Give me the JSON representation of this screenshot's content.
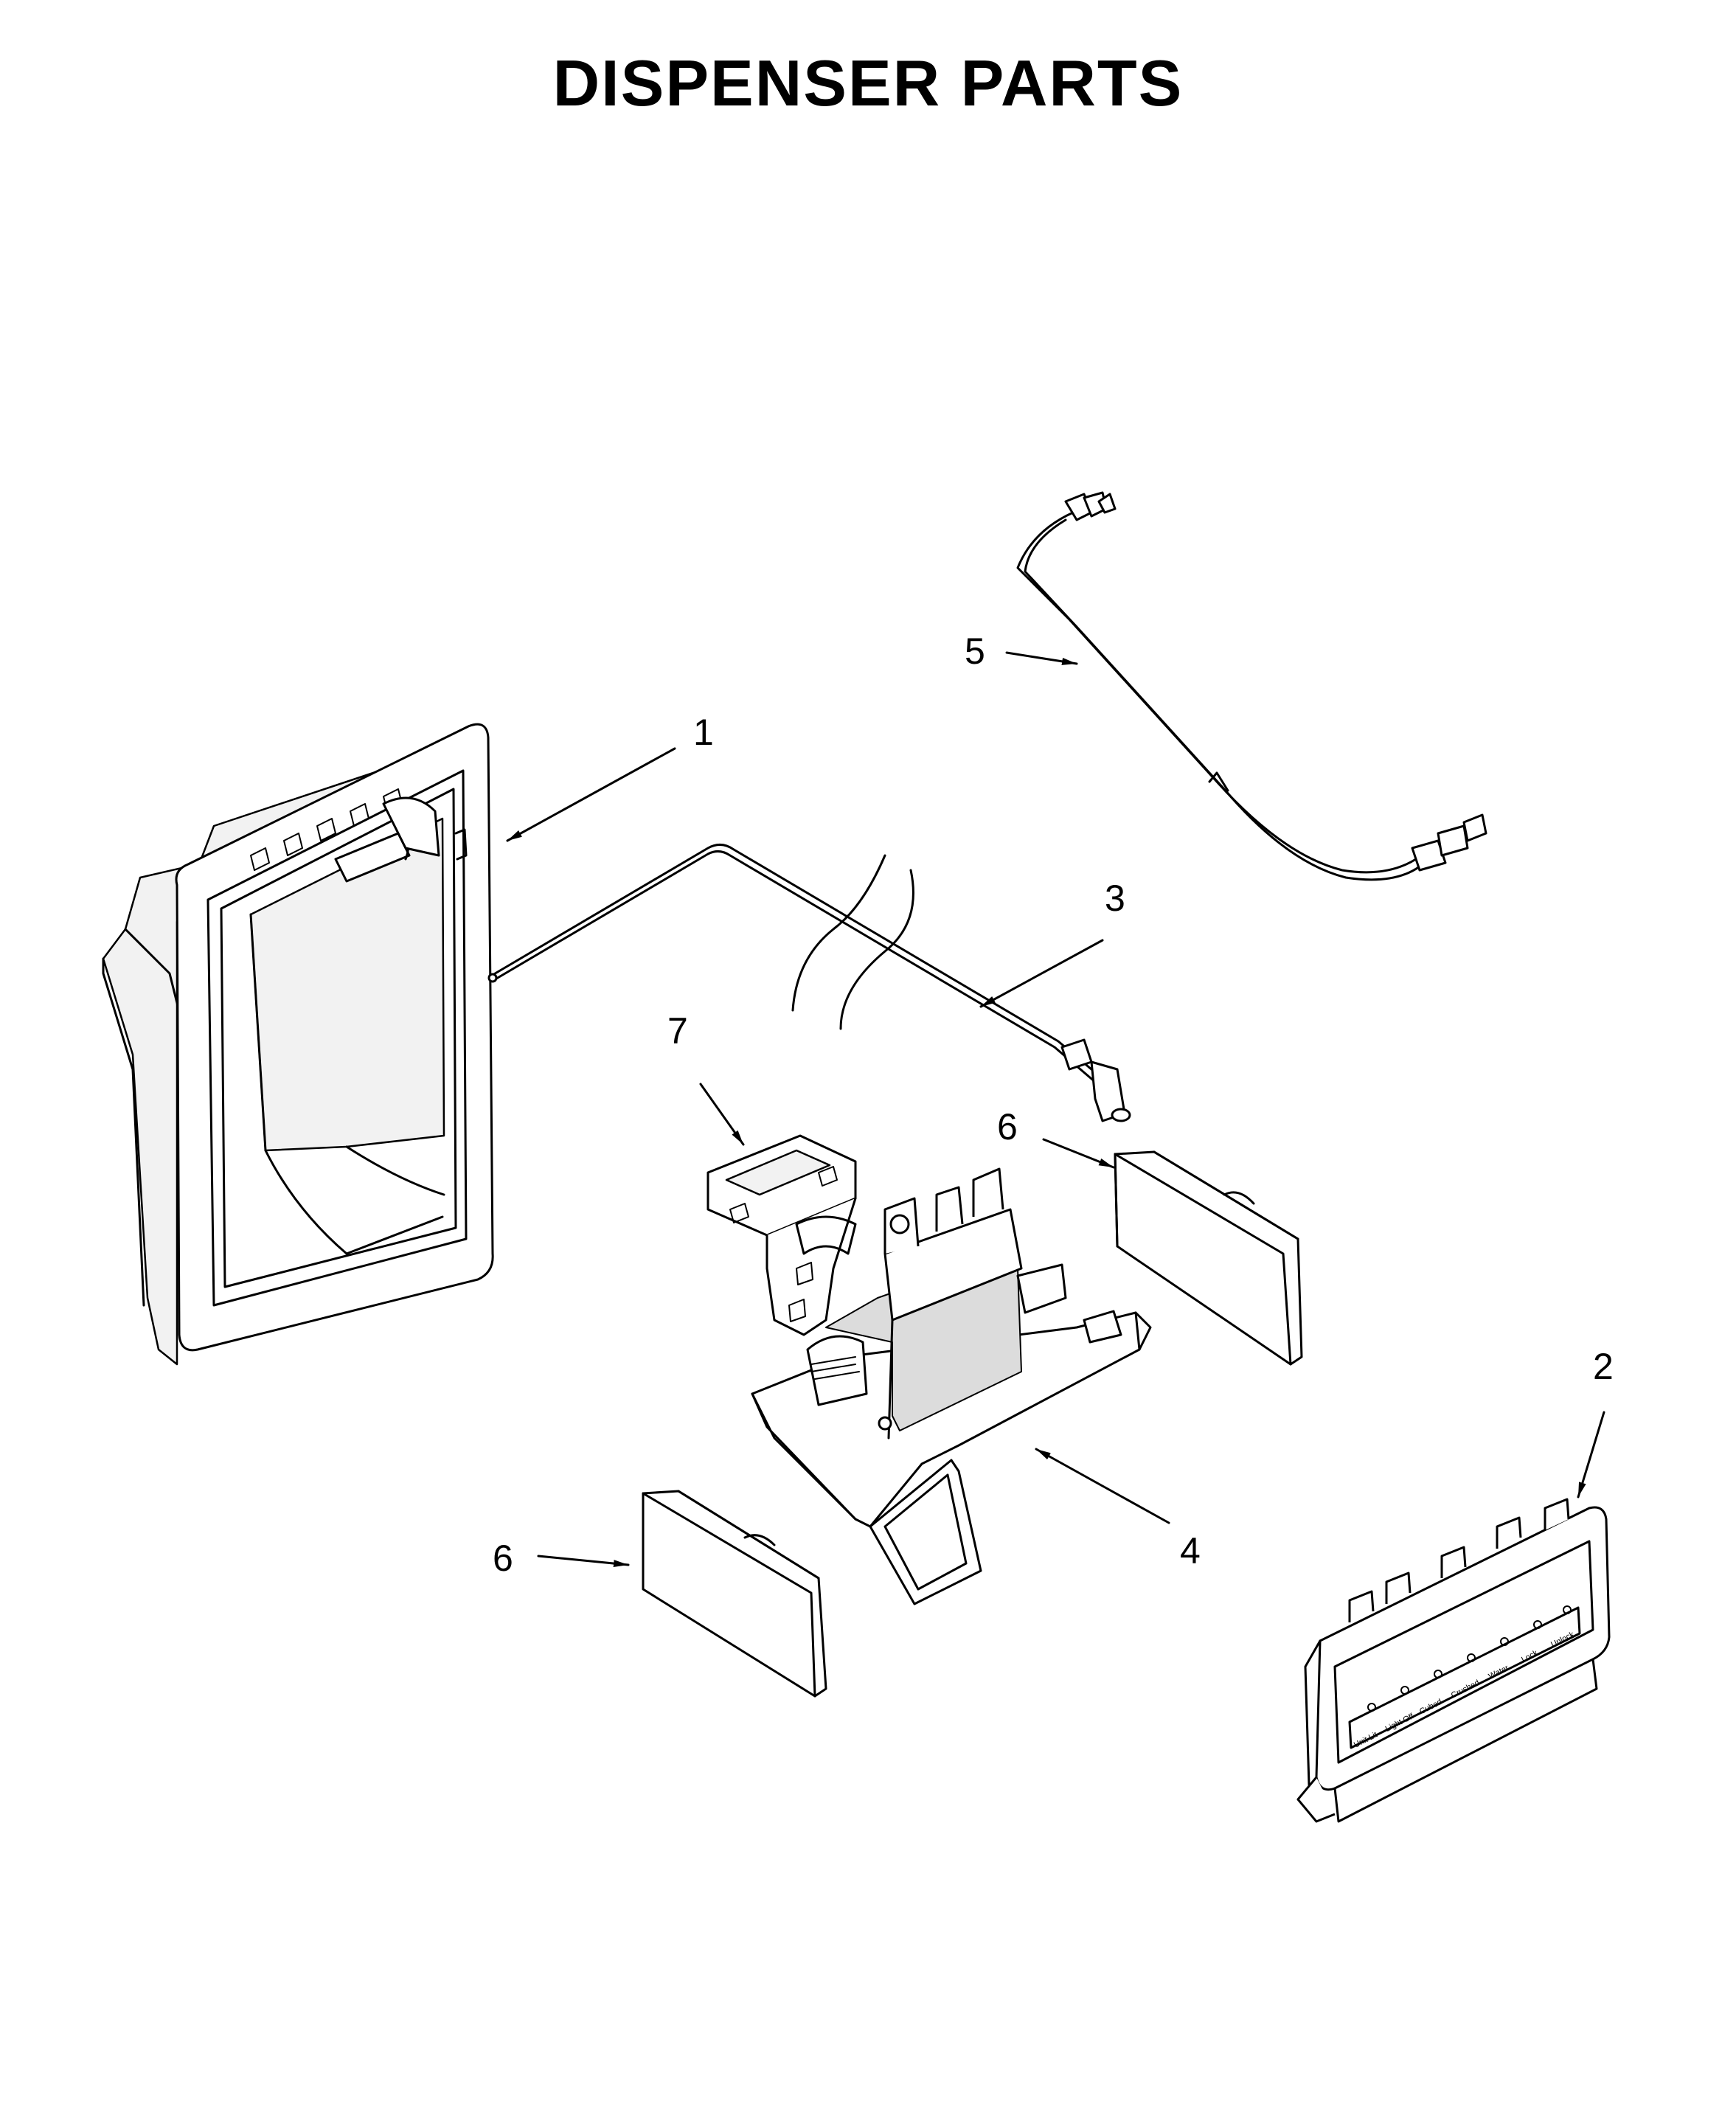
{
  "title": "DISPENSER PARTS",
  "callouts": [
    {
      "id": "1",
      "label": "1"
    },
    {
      "id": "2",
      "label": "2"
    },
    {
      "id": "3",
      "label": "3"
    },
    {
      "id": "4",
      "label": "4"
    },
    {
      "id": "5",
      "label": "5"
    },
    {
      "id": "6a",
      "label": "6"
    },
    {
      "id": "6b",
      "label": "6"
    },
    {
      "id": "7",
      "label": "7"
    }
  ],
  "control_panel": {
    "labels": [
      "Unit Lit",
      "Light Off",
      "Cubed",
      "Crushed",
      "Water",
      "Lock",
      "Unlock"
    ]
  }
}
